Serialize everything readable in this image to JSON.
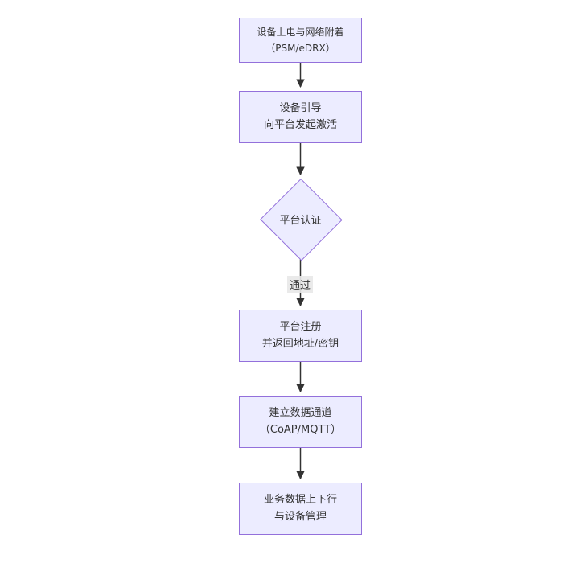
{
  "diagram": {
    "type": "flowchart",
    "direction": "top-down",
    "colors": {
      "node_fill": "#ECECFF",
      "node_border": "#9370DB",
      "arrow": "#333333",
      "edge_label_bg": "#e8e8e8",
      "text": "#333333",
      "background": "#ffffff"
    },
    "nodes": [
      {
        "id": "power-attach",
        "type": "rect",
        "lines": [
          "设备上电与网络附着",
          "（PSM/eDRX）"
        ]
      },
      {
        "id": "bootstrap",
        "type": "rect",
        "lines": [
          "设备引导",
          "向平台发起激活"
        ]
      },
      {
        "id": "platform-auth",
        "type": "diamond",
        "lines": [
          "平台认证"
        ]
      },
      {
        "id": "platform-register",
        "type": "rect",
        "lines": [
          "平台注册",
          "并返回地址/密钥"
        ]
      },
      {
        "id": "data-channel",
        "type": "rect",
        "lines": [
          "建立数据通道",
          "（CoAP/MQTT）"
        ]
      },
      {
        "id": "business-data",
        "type": "rect",
        "lines": [
          "业务数据上下行",
          "与设备管理"
        ]
      }
    ],
    "edges": [
      {
        "from": "power-attach",
        "to": "bootstrap",
        "label": ""
      },
      {
        "from": "bootstrap",
        "to": "platform-auth",
        "label": ""
      },
      {
        "from": "platform-auth",
        "to": "platform-register",
        "label": "通过"
      },
      {
        "from": "platform-register",
        "to": "data-channel",
        "label": ""
      },
      {
        "from": "data-channel",
        "to": "business-data",
        "label": ""
      }
    ]
  }
}
